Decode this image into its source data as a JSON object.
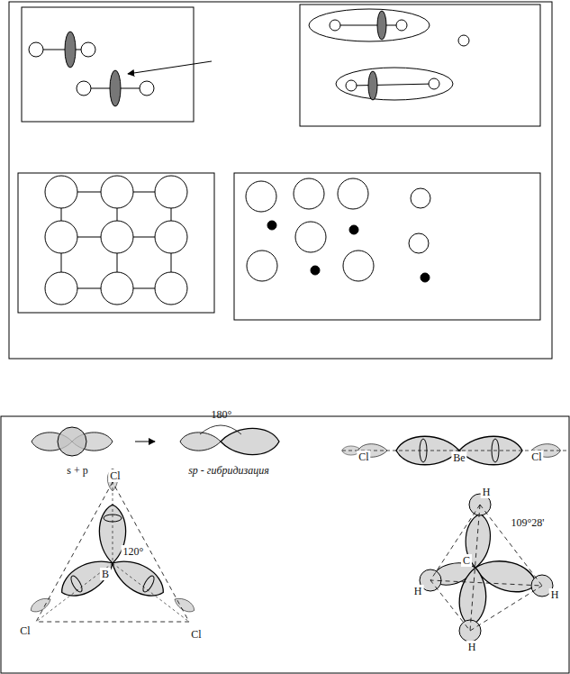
{
  "diagram": {
    "labels": [
      "s + p",
      "180°",
      "sp - гибридизация",
      "Cl",
      "Be",
      "Cl",
      "Cl",
      "B",
      "120°",
      "Cl",
      "Cl",
      "H",
      "C",
      "109°28'",
      "H",
      "H",
      "H"
    ]
  }
}
